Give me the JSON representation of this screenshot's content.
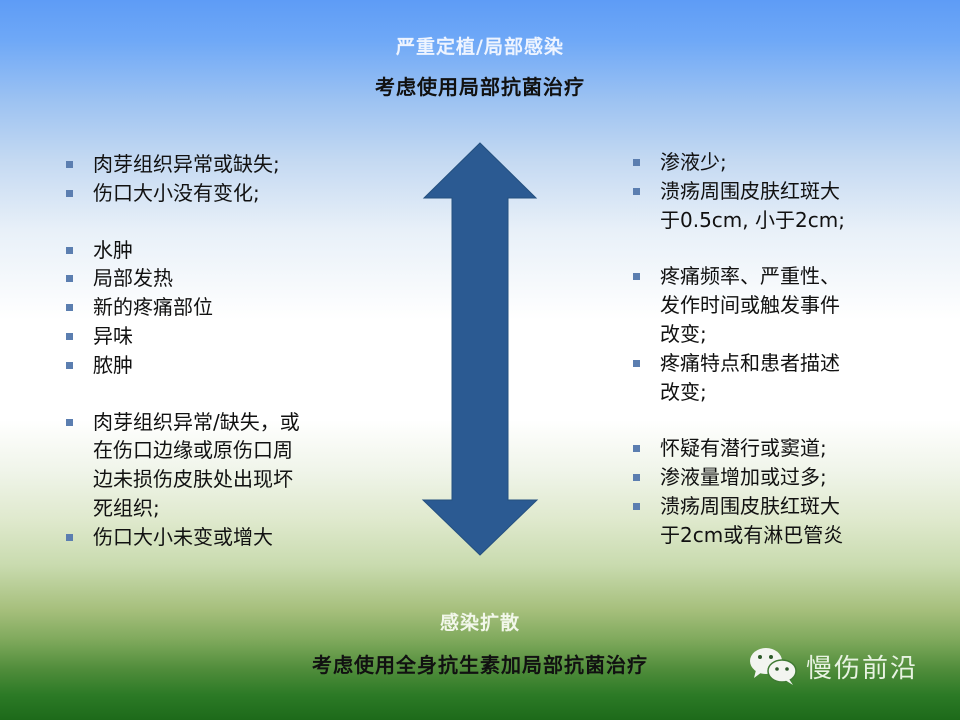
{
  "top": {
    "title": "严重定植/局部感染",
    "subtitle": "考虑使用局部抗菌治疗"
  },
  "bottom": {
    "title": "感染扩散",
    "subtitle": "考虑使用全身抗生素加局部抗菌治疗"
  },
  "left_list": {
    "items": [
      {
        "bullet": true,
        "text": "肉芽组织异常或缺失;"
      },
      {
        "bullet": true,
        "text": "伤口大小没有变化;"
      },
      {
        "gap": true
      },
      {
        "bullet": true,
        "text": "水肿"
      },
      {
        "bullet": true,
        "text": "局部发热"
      },
      {
        "bullet": true,
        "text": "新的疼痛部位"
      },
      {
        "bullet": true,
        "text": "异味"
      },
      {
        "bullet": true,
        "text": "脓肿"
      },
      {
        "gap": true
      },
      {
        "bullet": true,
        "text": "肉芽组织异常/缺失，或"
      },
      {
        "bullet": false,
        "text": "在伤口边缘或原伤口周"
      },
      {
        "bullet": false,
        "text": "边未损伤皮肤处出现坏"
      },
      {
        "bullet": false,
        "text": "死组织;"
      },
      {
        "bullet": true,
        "text": "伤口大小未变或增大"
      }
    ]
  },
  "right_list": {
    "items": [
      {
        "bullet": true,
        "text": "渗液少;"
      },
      {
        "bullet": true,
        "text": "溃疡周围皮肤红斑大"
      },
      {
        "bullet": false,
        "text": "于0.5cm, 小于2cm;"
      },
      {
        "gap": true
      },
      {
        "bullet": true,
        "text": "疼痛频率、严重性、"
      },
      {
        "bullet": false,
        "text": "发作时间或触发事件"
      },
      {
        "bullet": false,
        "text": "改变;"
      },
      {
        "bullet": true,
        "text": "疼痛特点和患者描述"
      },
      {
        "bullet": false,
        "text": "改变;"
      },
      {
        "gap": true
      },
      {
        "bullet": true,
        "text": "怀疑有潜行或窦道;"
      },
      {
        "bullet": true,
        "text": "渗液量增加或过多;"
      },
      {
        "bullet": true,
        "text": "溃疡周围皮肤红斑大"
      },
      {
        "bullet": false,
        "text": "于2cm或有淋巴管炎"
      }
    ]
  },
  "watermark": {
    "icon": "wechat-icon",
    "text": "慢伤前沿"
  },
  "colors": {
    "arrow": "#2b5a92",
    "bullet": "#5b7eb0",
    "top_bg": "#5e9cf6",
    "bottom_bg": "#1d6a1a"
  }
}
